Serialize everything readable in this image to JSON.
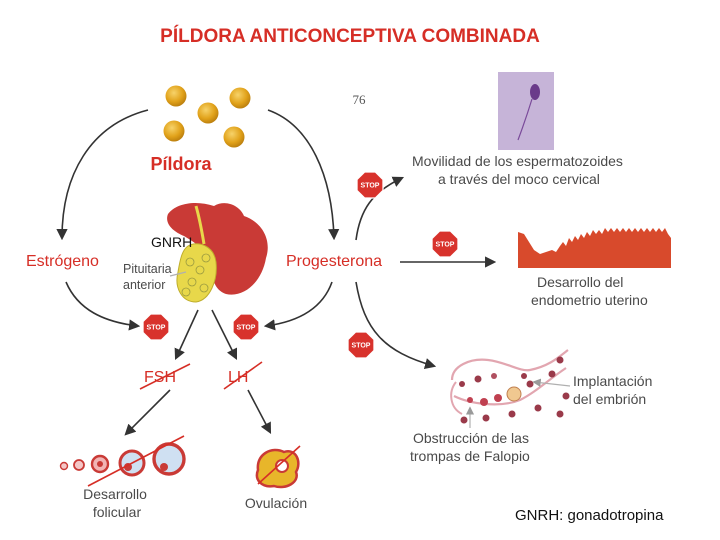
{
  "title": "PÍLDORA ANTICONCEPTIVA COMBINADA",
  "page_number": "76",
  "pill_label": "Píldora",
  "gnrh_label": "GNRH",
  "estrogen_label": "Estrógeno",
  "progesterone_label": "Progesterona",
  "pituitary_label": [
    "Pituitaria",
    "anterior"
  ],
  "fsh_label": "FSH",
  "lh_label": "LH",
  "stop_text": "STOP",
  "sperm_label": [
    "Movilidad de los espermatozoides",
    "a través del moco cervical"
  ],
  "endometrium_label": [
    "Desarrollo del",
    "endometrio uterino"
  ],
  "implantation_label": [
    "Implantación",
    "del embrión"
  ],
  "tubes_label": [
    "Obstrucción de las",
    "trompas de Falopio"
  ],
  "follicular_label": [
    "Desarrollo",
    "folicular"
  ],
  "ovulation_label": "Ovulación",
  "footnote": "GNRH: gonadotropina",
  "colors": {
    "title_red": "#d62e26",
    "stop_red": "#d8322c",
    "pill_gold": "#e1a21a",
    "gland_red": "#c93a36",
    "gland_yellow": "#e8d84a",
    "text_gray": "#4a4a4a"
  }
}
